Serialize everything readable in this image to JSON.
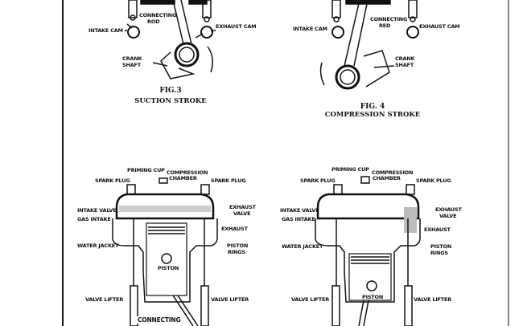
{
  "fig3": {
    "connecting_rod": "CONNECTING\nROD",
    "connecting_rod_1": "CONNECTING",
    "connecting_rod_2": "ROD",
    "intake_cam": "INTAKE CAM",
    "exhaust_cam": "EXHAUST CAM",
    "crank_shaft_1": "CRANK",
    "crank_shaft_2": "SHAFT",
    "figure_number": "FIG.3",
    "title": "SUCTION STROKE"
  },
  "fig4": {
    "connecting_rod_1": "CONNECTING",
    "connecting_rod_2": "RED",
    "intake_cam": "INTAKE CAM",
    "exhaust_cam": "EXHAUST CAM",
    "crank_shaft_1": "CRANK",
    "crank_shaft_2": "SHAFT",
    "figure_number": "FIG. 4",
    "title": "COMPRESSION STROKE"
  },
  "fig5": {
    "priming_cup": "PRIMING CUP",
    "compression_chamber_1": "COMPRESSION",
    "compression_chamber_2": "CHAMBER",
    "spark_plug_left": "SPARK PLUG",
    "spark_plug_right": "SPARK PLUG",
    "intake_valve": "INTAKE VALVE",
    "gas_intake": "GAS INTAKE",
    "water_jacket": "WATER JACKET",
    "exhaust_valve_1": "EXHAUST",
    "exhaust_valve_2": "VALVE",
    "exhaust": "EXHAUST",
    "piston_rings_1": "PISTON",
    "piston_rings_2": "RINGS",
    "piston": "PISTON",
    "valve_lifter_left": "VALVE LIFTER",
    "valve_lifter_right": "VALVE LIFTER",
    "connecting": "CONNECTING"
  },
  "fig6": {
    "priming_cup": "PRIMING CUP",
    "compression_chamber_1": "COMPRESSION",
    "compression_chamber_2": "CHAMBER",
    "spark_plug_left": "SPARK PLUG",
    "spark_plug_right": "SPARK PLUG",
    "intake_valve": "INTAKE VALVE",
    "gas_intake": "GAS INTAKE",
    "water_jacket": "WATER JACKET",
    "exhaust_valve_1": "EXHAUST",
    "exhaust_valve_2": "VALVE",
    "exhaust": "EXHAUST",
    "piston_rings_1": "PISTON",
    "piston_rings_2": "RINGS",
    "piston": "PISTON",
    "valve_lifter_left": "VALVE LIFTER",
    "valve_lifter_right": "VALVE LIFTER"
  }
}
